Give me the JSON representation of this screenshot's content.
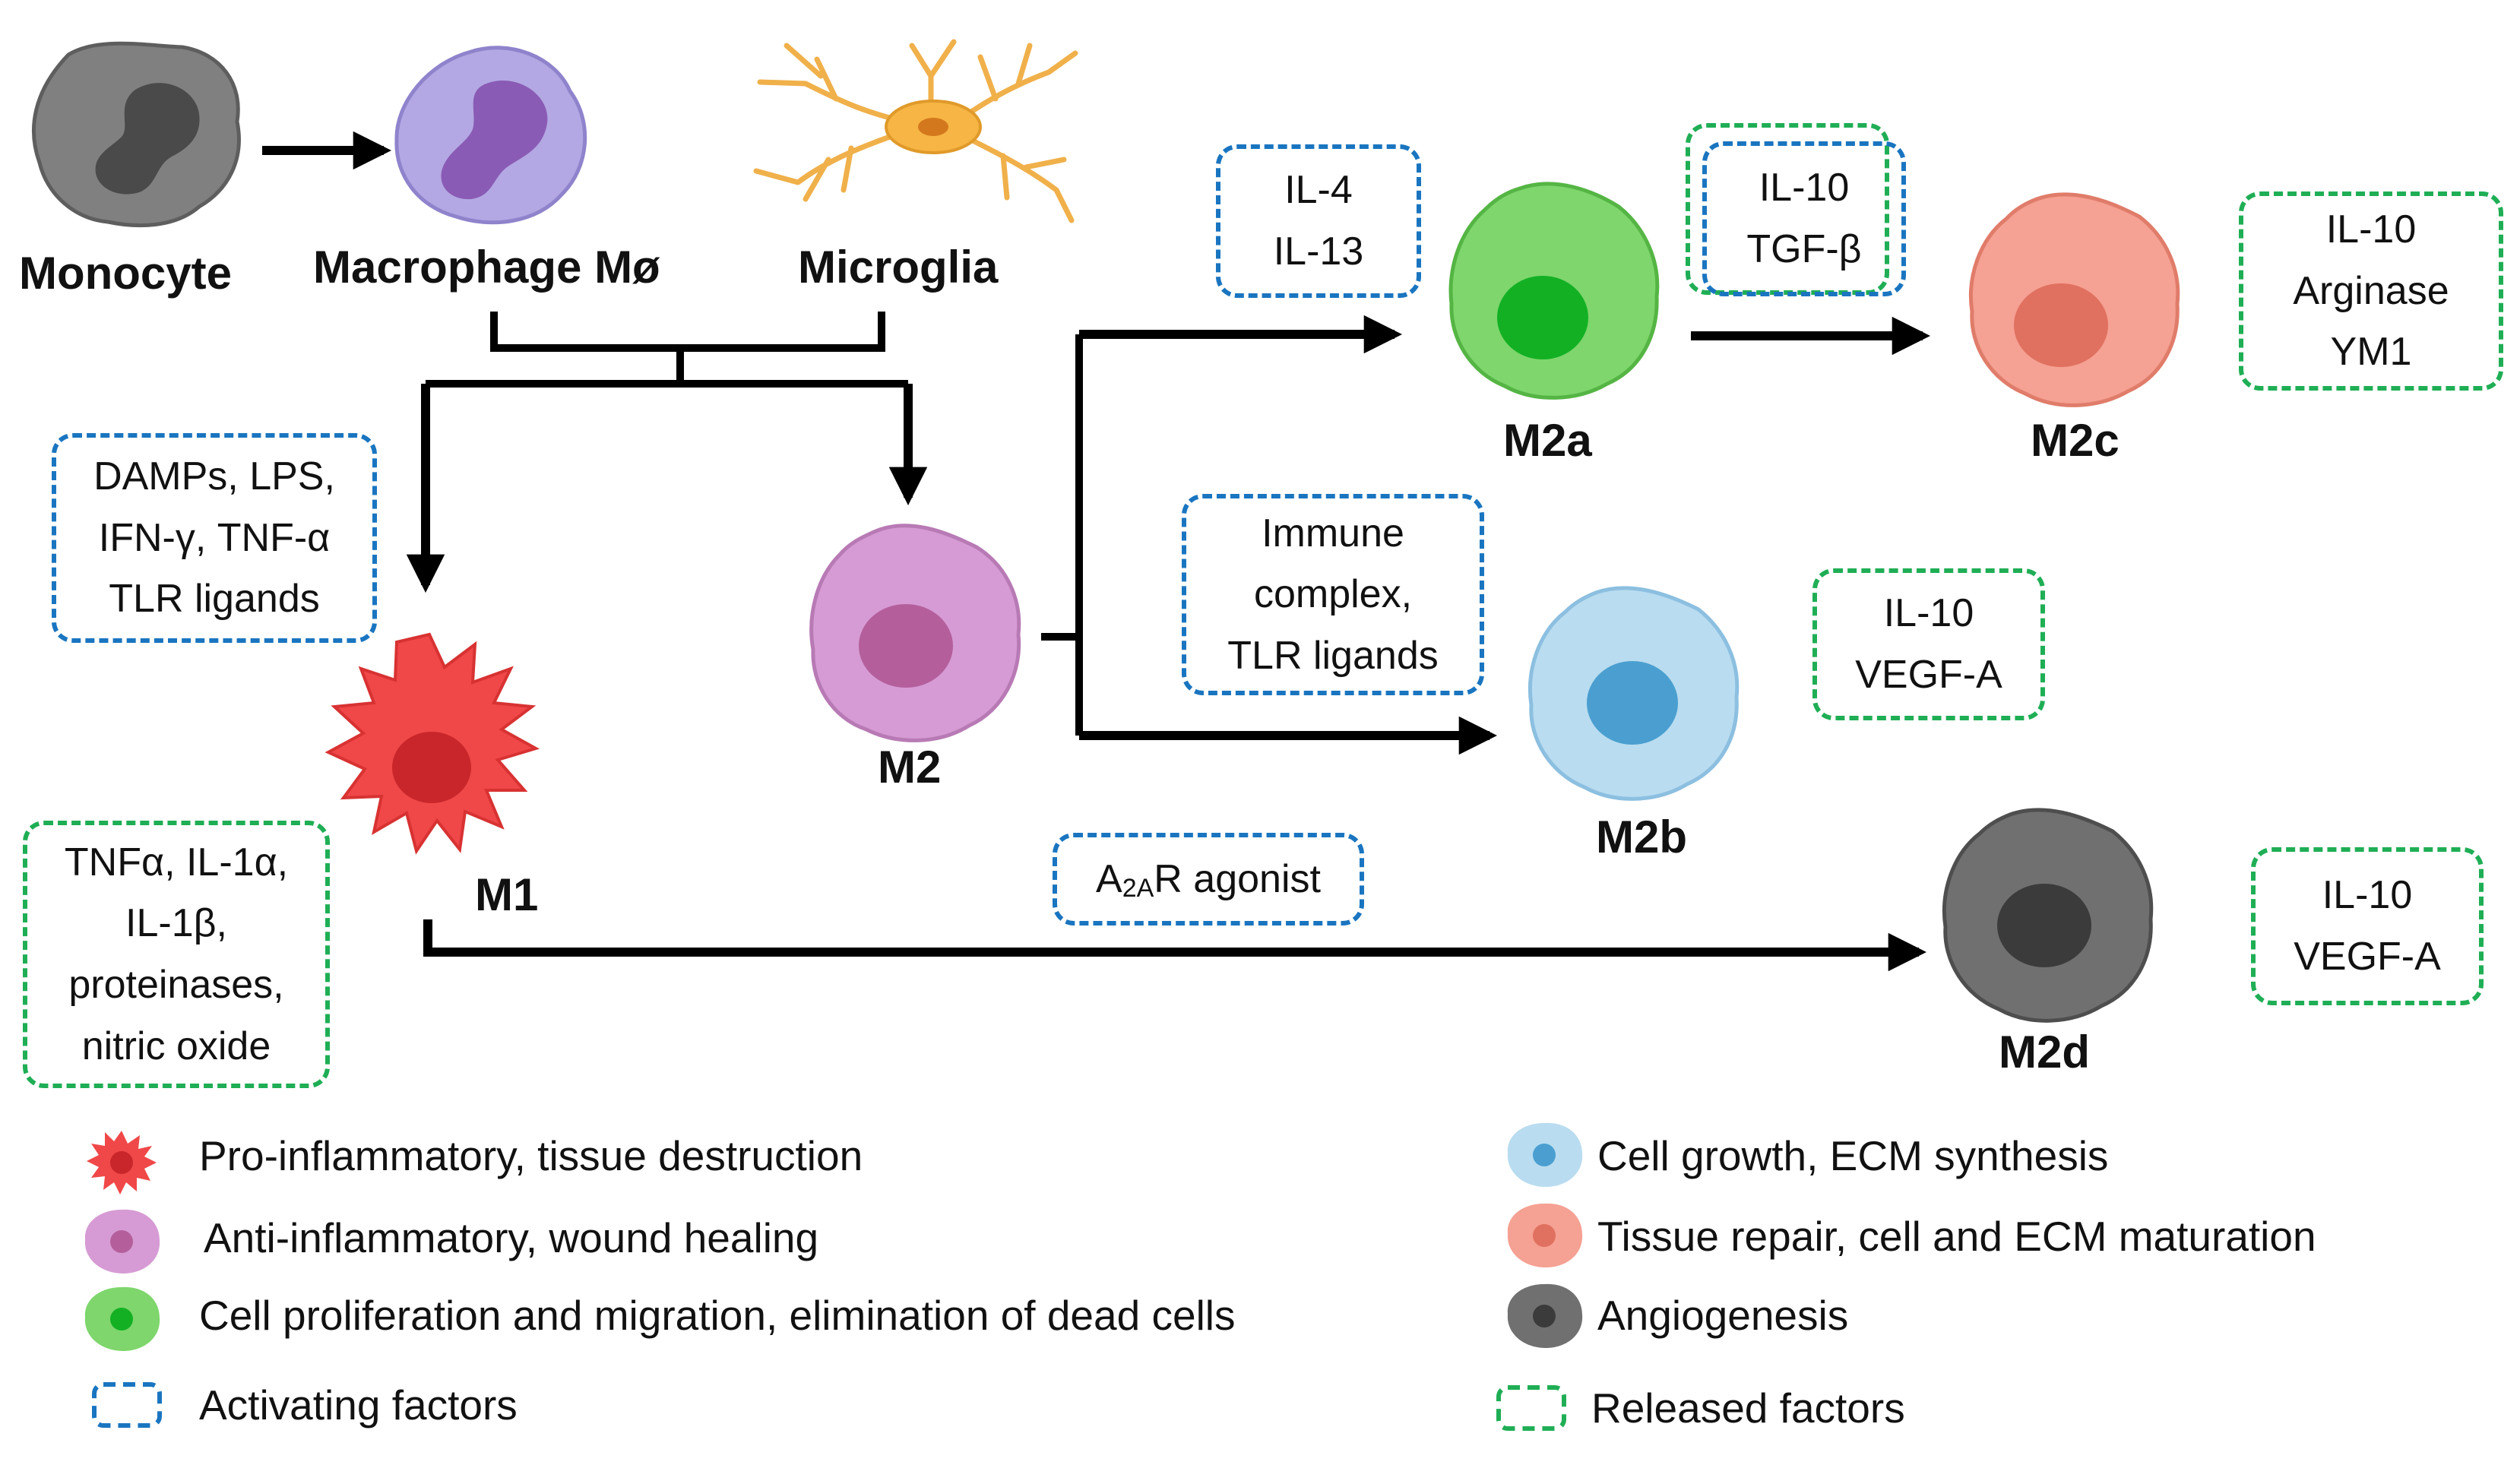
{
  "colors": {
    "blue_dashed": "#1a75c0",
    "green_dashed": "#1fae55",
    "m1": "#f04848",
    "m2": "#d69bd4",
    "m2a": "#7ed66c",
    "m2b": "#b9dcf0",
    "m2c": "#f5a193",
    "m2d": "#707070",
    "monocyte": "#808080",
    "macrophage": "#b3a8e3",
    "microglia": "#f5b342"
  },
  "cells": {
    "monocyte": "Monocyte",
    "macrophage": "Macrophage Mø",
    "microglia": "Microglia",
    "m1": "M1",
    "m2": "M2",
    "m2a": "M2a",
    "m2b": "M2b",
    "m2c": "M2c",
    "m2d": "M2d"
  },
  "activating_factors": {
    "m1": [
      "DAMPs, LPS,",
      "IFN-γ, TNF-α",
      "TLR ligands"
    ],
    "m2a": [
      "IL-4",
      "IL-13"
    ],
    "m2c": [
      "IL-10",
      "TGF-β"
    ],
    "m2b": [
      "Immune",
      "complex,",
      "TLR ligands"
    ],
    "m2d": {
      "prefix": "A",
      "sub": "2A",
      "suffix": "R agonist"
    }
  },
  "released_factors": {
    "m1": [
      "TNFα, IL-1α,",
      "IL-1β,",
      "proteinases,",
      "nitric oxide"
    ],
    "m2c": [
      "IL-10",
      "Arginase",
      "YM1"
    ],
    "m2b": [
      "IL-10",
      "VEGF-A"
    ],
    "m2d": [
      "IL-10",
      "VEGF-A"
    ]
  },
  "legend": {
    "m1": "Pro-inflammatory, tissue destruction",
    "m2": "Anti-inflammatory, wound healing",
    "m2a": "Cell proliferation and migration, elimination of dead cells",
    "activating": "Activating factors",
    "m2b": "Cell growth, ECM synthesis",
    "m2c": "Tissue repair, cell and ECM maturation",
    "m2d": "Angiogenesis",
    "released": "Released factors"
  }
}
